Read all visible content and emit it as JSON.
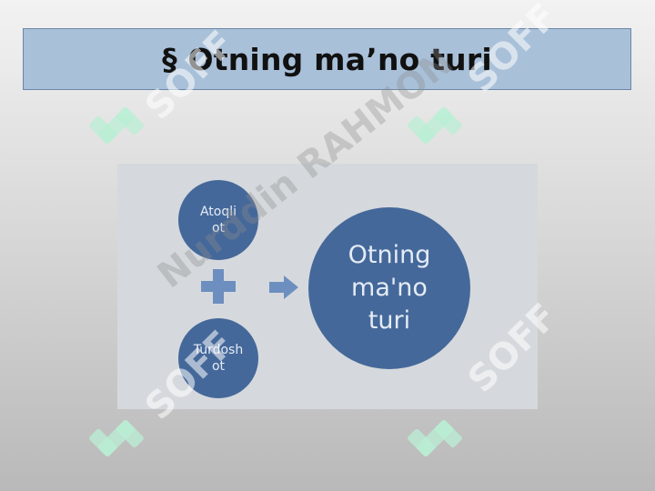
{
  "title": "§ Otning ma’no turi",
  "diagram": {
    "circle_left_top": [
      "Atoqli",
      "ot"
    ],
    "circle_left_bottom": [
      "Turdosh",
      "ot"
    ],
    "circle_result": [
      "Otning",
      "ma'no",
      "turi"
    ],
    "operator_icon": "plus-icon",
    "connector_icon": "right-arrow-icon"
  },
  "watermark": {
    "brand": "SOFF",
    "author": "Nurddin RAHMON"
  },
  "colors": {
    "title_bar": "#a9c0d9",
    "circle": "#45689a",
    "plus": "#6d8fbf",
    "logo_mint": "#b9efd4"
  }
}
